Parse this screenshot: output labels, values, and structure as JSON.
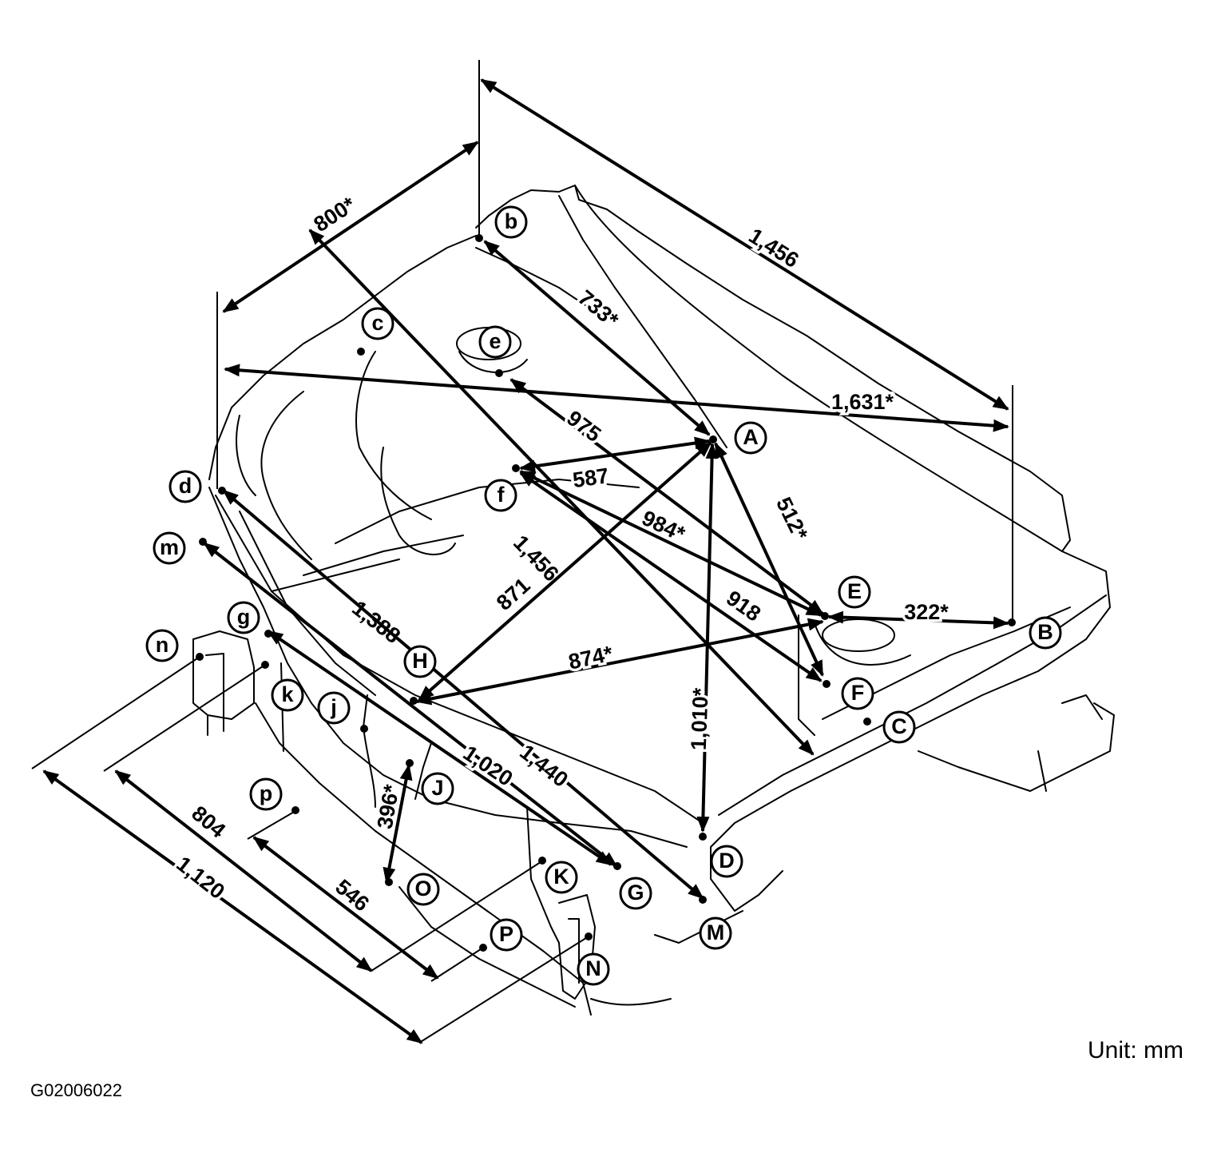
{
  "unit_label": "Unit: mm",
  "figure_code": "G02006022",
  "points": [
    {
      "id": "b",
      "label": "b"
    },
    {
      "id": "c",
      "label": "c"
    },
    {
      "id": "e",
      "label": "e"
    },
    {
      "id": "A",
      "label": "A"
    },
    {
      "id": "d",
      "label": "d"
    },
    {
      "id": "f",
      "label": "f"
    },
    {
      "id": "m",
      "label": "m"
    },
    {
      "id": "E",
      "label": "E"
    },
    {
      "id": "B",
      "label": "B"
    },
    {
      "id": "g",
      "label": "g"
    },
    {
      "id": "n",
      "label": "n"
    },
    {
      "id": "H",
      "label": "H"
    },
    {
      "id": "k",
      "label": "k"
    },
    {
      "id": "F",
      "label": "F"
    },
    {
      "id": "j",
      "label": "j"
    },
    {
      "id": "C",
      "label": "C"
    },
    {
      "id": "J",
      "label": "J"
    },
    {
      "id": "p",
      "label": "p"
    },
    {
      "id": "D",
      "label": "D"
    },
    {
      "id": "O",
      "label": "O"
    },
    {
      "id": "K",
      "label": "K"
    },
    {
      "id": "G",
      "label": "G"
    },
    {
      "id": "P",
      "label": "P"
    },
    {
      "id": "M",
      "label": "M"
    },
    {
      "id": "N",
      "label": "N"
    }
  ],
  "dimensions": [
    {
      "id": "b-B",
      "value": "1,456"
    },
    {
      "id": "b-d",
      "value": "800*"
    },
    {
      "id": "b-A",
      "value": "733*"
    },
    {
      "id": "d-B",
      "value": "1,631*"
    },
    {
      "id": "e-E",
      "value": "975"
    },
    {
      "id": "f-A",
      "value": "587"
    },
    {
      "id": "f-E",
      "value": "984*"
    },
    {
      "id": "A-F",
      "value": "512*"
    },
    {
      "id": "c-C",
      "value": "1,456"
    },
    {
      "id": "f-F",
      "value": "918"
    },
    {
      "id": "H-A",
      "value": "871"
    },
    {
      "id": "E-B",
      "value": "322*"
    },
    {
      "id": "H-E",
      "value": "874*"
    },
    {
      "id": "m-G",
      "value": "1,388"
    },
    {
      "id": "A-D",
      "value": "1,010*"
    },
    {
      "id": "d-M",
      "value": "1,440"
    },
    {
      "id": "k-G",
      "value": "1,020"
    },
    {
      "id": "J-O",
      "value": "396*"
    },
    {
      "id": "p-P",
      "value": "546"
    },
    {
      "id": "k-K",
      "value": "804"
    },
    {
      "id": "n-N",
      "value": "1,120"
    }
  ]
}
